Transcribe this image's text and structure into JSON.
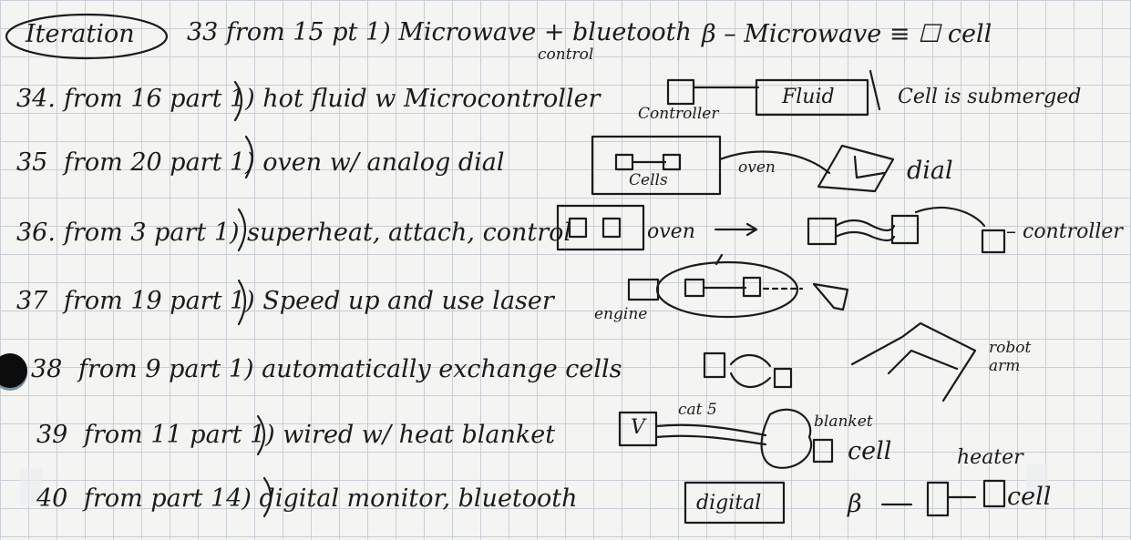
{
  "header": {
    "circled_word": "Iteration",
    "line": "33 from 15 pt 1) Microwave + bluetooth",
    "line_sub": "control",
    "right": "β – Microwave ≡ ☐ cell"
  },
  "rows": [
    {
      "num": "34.",
      "text": "from 16 part 1) hot fluid w Microcontroller"
    },
    {
      "num": "35",
      "text": "from 20 part 1) oven w/ analog dial"
    },
    {
      "num": "36.",
      "text": "from 3 part 1) superheat, attach, control"
    },
    {
      "num": "37",
      "text": "from 19 part 1) Speed up and use laser"
    },
    {
      "num": "38",
      "text": "from 9 part 1) automatically exchange cells"
    },
    {
      "num": "39",
      "text": "from 11 part 1) wired w/ heat blanket"
    },
    {
      "num": "40",
      "text": "from part 14) digital monitor, bluetooth"
    }
  ],
  "sketch_labels": {
    "controller_34": "Controller",
    "fluid": "Fluid",
    "cell_submerged": "Cell is submerged",
    "cells_35": "Cells",
    "oven_35": "oven",
    "dial": "dial",
    "oven_36": "oven",
    "controller_36": "– controller",
    "engine": "engine",
    "robot_arm": "robot arm",
    "cat5": "cat 5",
    "v_box": "V",
    "blanket": "blanket",
    "cell_39": "cell",
    "heater": "heater",
    "digital": "digital",
    "cell_40": "cell",
    "beta_40": "β"
  }
}
